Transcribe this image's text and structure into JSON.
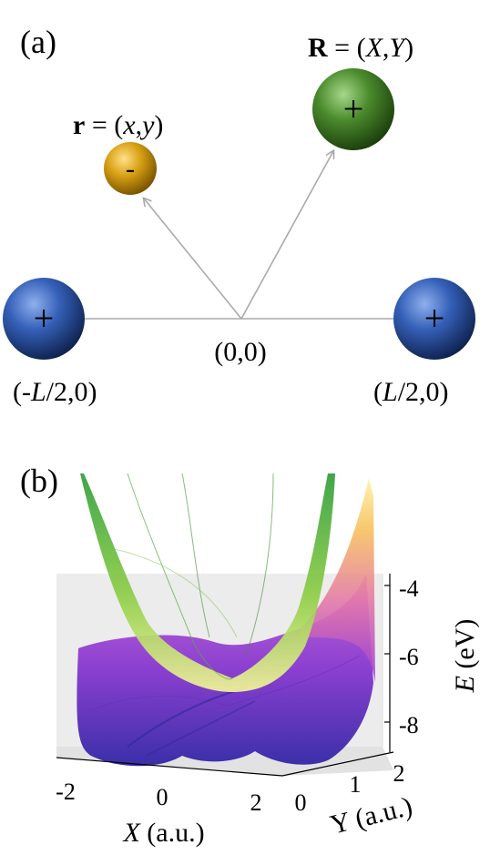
{
  "panel_a": {
    "label": "(a)",
    "electron": {
      "symbol": "r",
      "eq": " = (",
      "x": "x",
      "comma": ",",
      "y": "y",
      "close": ")",
      "sign": "-"
    },
    "nucleus_R": {
      "symbol": "R",
      "eq": " = (",
      "x": "X",
      "comma": ",",
      "y": "Y",
      "close": ")",
      "sign": "+"
    },
    "nucleus_left": {
      "sign": "+",
      "open": "(-",
      "L": "L",
      "rest": "/2,0)"
    },
    "nucleus_right": {
      "sign": "+",
      "open": "(",
      "L": "L",
      "rest": "/2,0)"
    },
    "origin": "(0,0)",
    "colors": {
      "electron": "#d9a215",
      "nucleus_R": "#4a8a2a",
      "nucleus": "#2f55a4",
      "arrow": "#aaaaaa"
    }
  },
  "panel_b": {
    "label": "(b)",
    "z_ticks": [
      "-4",
      "-6",
      "-8"
    ],
    "z_label_sym": "E",
    "z_label_unit": " (eV)",
    "x_ticks": [
      "-2",
      "0",
      "2"
    ],
    "x_label_sym": "X",
    "x_label_unit": " (a.u.)",
    "y_ticks": [
      "0",
      "1",
      "2"
    ],
    "y_label": "Y (a.u.)",
    "colors": {
      "upper_surface": "#4fb83a",
      "lower_surface": "#8a3fd0",
      "box": "#e6e6e6"
    }
  }
}
